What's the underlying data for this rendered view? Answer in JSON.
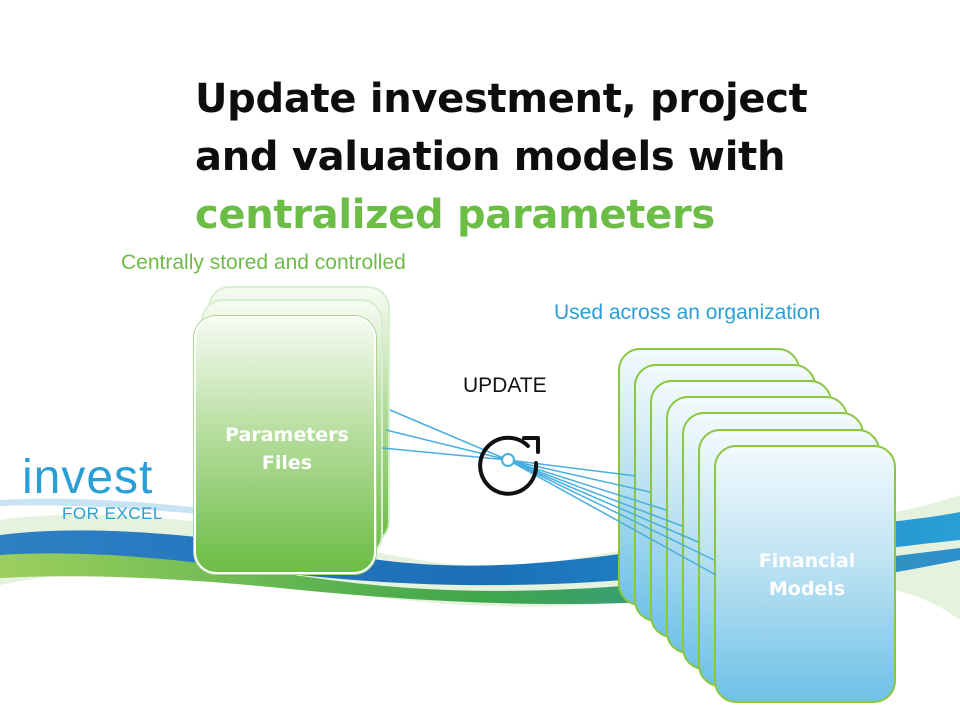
{
  "title": {
    "line1": "Update investment, project",
    "line2": "and valuation models with",
    "line3": "centralized parameters"
  },
  "captions": {
    "left": "Centrally stored and controlled",
    "right": "Used across an organization"
  },
  "update_label": "UPDATE",
  "parameters_card": {
    "line1": "Parameters",
    "line2": "Files"
  },
  "models_card": {
    "line1": "Financial",
    "line2": "Models"
  },
  "logo": {
    "main": "invest",
    "sub": "FOR EXCEL"
  },
  "icons": {
    "refresh": "refresh-icon"
  },
  "colors": {
    "green": "#6cbd45",
    "blue": "#2a9fd6",
    "dark": "#0d0d0d"
  }
}
